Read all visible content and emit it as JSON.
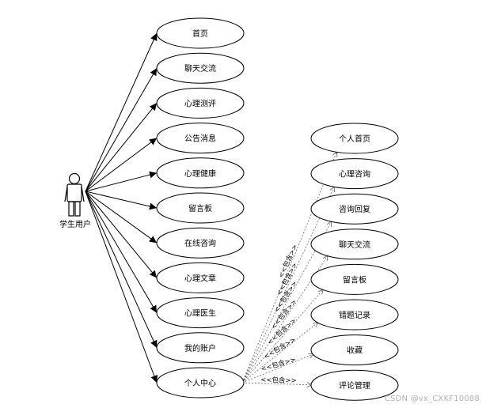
{
  "actor": {
    "label": "学生用户"
  },
  "main_use_cases": [
    "首页",
    "聊天交流",
    "心理测评",
    "公告消息",
    "心理健康",
    "留言板",
    "在线咨询",
    "心理文章",
    "心理医生",
    "我的账户",
    "个人中心"
  ],
  "sub_use_cases": [
    "个人首页",
    "心理咨询",
    "咨询回复",
    "聊天交流",
    "留言板",
    "错题记录",
    "收藏",
    "评论管理"
  ],
  "relation_label": "<<包含>>",
  "watermark": "CSDN @vx_CXKF10088"
}
